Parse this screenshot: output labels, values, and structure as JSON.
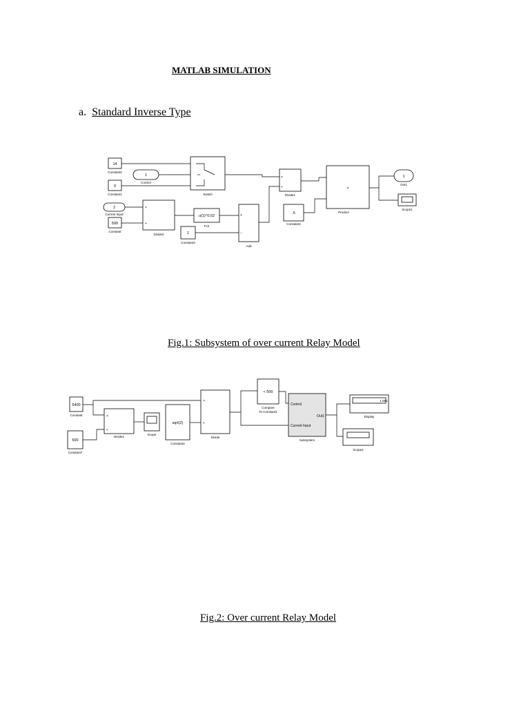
{
  "document": {
    "heading": "MATLAB SIMULATION",
    "section_marker": "a.",
    "section_title": "Standard Inverse Type",
    "fig1_caption": "Fig.1: Subsystem of over current Relay Model",
    "fig2_caption": "Fig.2: Over current Relay Model"
  },
  "fig1": {
    "constant2": {
      "value": "14",
      "label": "Constant2"
    },
    "control": {
      "value": "1",
      "label": "Control"
    },
    "constant1": {
      "value": "0",
      "label": "Constant1"
    },
    "current_input": {
      "value": "2",
      "label": "Current Input"
    },
    "constant": {
      "value": "500",
      "label": "Constant"
    },
    "switch": {
      "label": "Switch"
    },
    "divide2": {
      "label": "Divide2"
    },
    "fcn": {
      "expr": "u(1)^0.02",
      "label": "Fcn"
    },
    "constant3": {
      "value": "1",
      "label": "Constant3"
    },
    "add": {
      "label": "Add"
    },
    "divide1": {
      "label": "Divide1"
    },
    "constant4": {
      "value": ".5",
      "label": "Constant4"
    },
    "product": {
      "label": "Product"
    },
    "out1": {
      "value": "1",
      "label": "Out1"
    },
    "scope1": {
      "label": "Scope1"
    }
  },
  "fig2": {
    "constant": {
      "value": "5400",
      "label": "Constant"
    },
    "constant7": {
      "value": "500",
      "label": "Constant7"
    },
    "divide1": {
      "label": "Divide1"
    },
    "scope": {
      "label": "Scope"
    },
    "constant2": {
      "expr": "sqrt(2)",
      "label": "Constant2"
    },
    "divide": {
      "label": "Divide"
    },
    "compare": {
      "expr": "< 500",
      "label_line1": "Compare",
      "label_line2": "To Constant1"
    },
    "subsystem": {
      "in1": "Control",
      "in2": "Current Input",
      "out1": "Out1",
      "label": "Subsystem"
    },
    "display": {
      "value": "1.681",
      "label": "Display"
    },
    "scope2": {
      "label": "Scope2"
    }
  }
}
